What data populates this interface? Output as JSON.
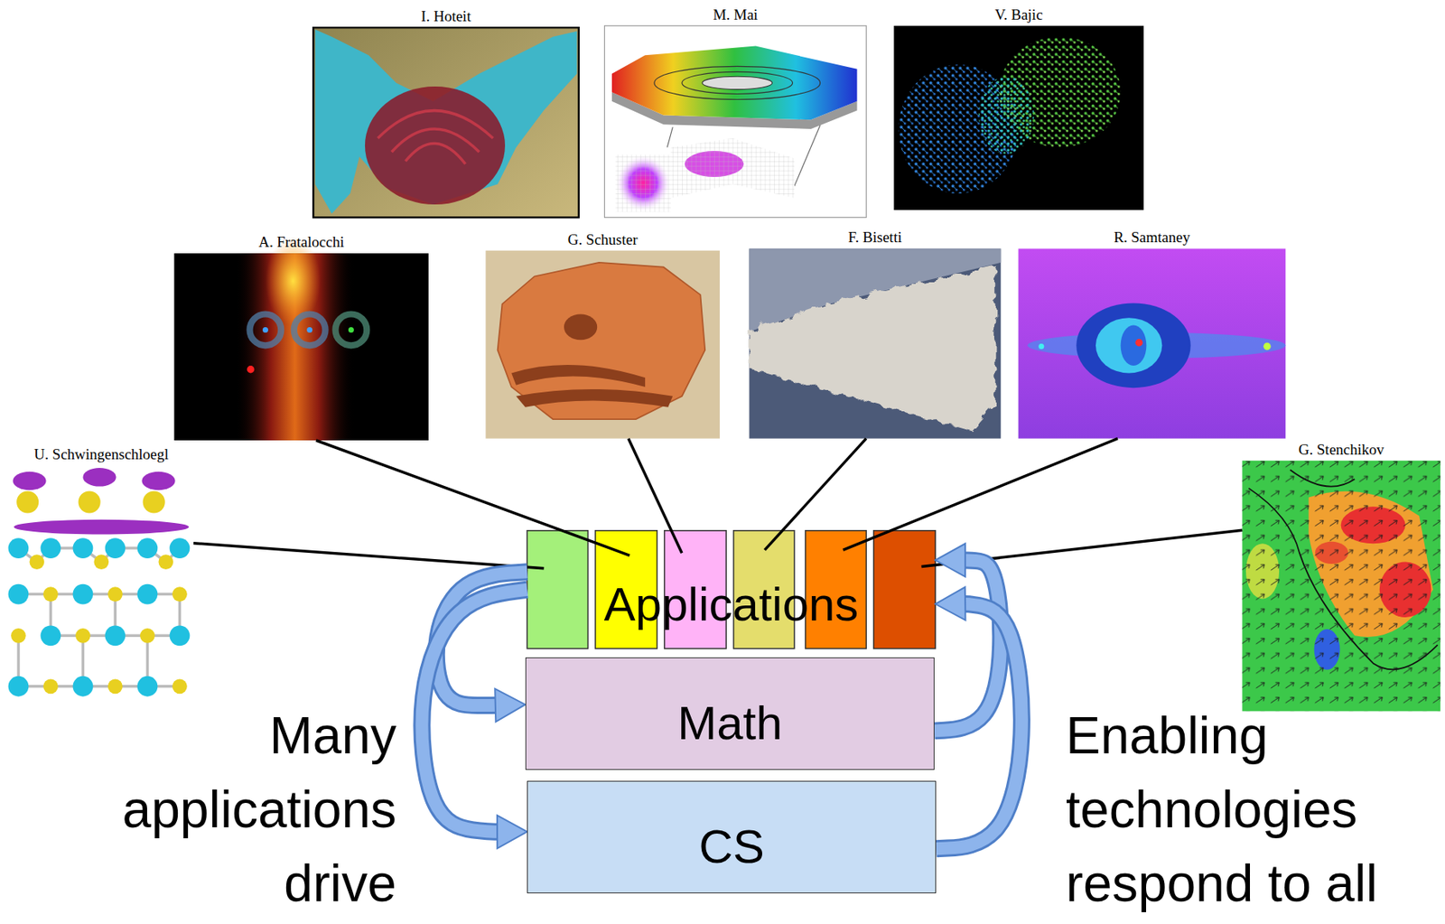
{
  "diagram": {
    "nodes": [
      {
        "text": [
          "I. Hoteit"
        ]
      },
      {
        "text": [
          "M. Mai"
        ]
      },
      {
        "text": [
          "V. Bajic"
        ]
      },
      {
        "text": [
          "A. Fratalocchi"
        ]
      },
      {
        "text": [
          "G. Schuster"
        ]
      },
      {
        "text": [
          "F. Bisetti"
        ]
      },
      {
        "text": [
          "R. Samtaney"
        ]
      },
      {
        "text": [
          "U. Schwingenschloegl"
        ]
      },
      {
        "text": [
          "G. Stenchikov"
        ]
      },
      {
        "text": [
          "Applications"
        ]
      },
      {
        "text": [
          "Math"
        ]
      },
      {
        "text": [
          "CS"
        ]
      }
    ],
    "edges": [
      {
        "from": 7,
        "to": 9,
        "arrow": "none"
      },
      {
        "from": 3,
        "to": 9,
        "arrow": "none"
      },
      {
        "from": 4,
        "to": 9,
        "arrow": "none"
      },
      {
        "from": 5,
        "to": 9,
        "arrow": "none"
      },
      {
        "from": 6,
        "to": 9,
        "arrow": "none"
      },
      {
        "from": 8,
        "to": 9,
        "arrow": "none"
      },
      {
        "from": 9,
        "to": 10,
        "arrow": "to"
      },
      {
        "from": 9,
        "to": 11,
        "arrow": "to"
      },
      {
        "from": 10,
        "to": 9,
        "arrow": "to"
      },
      {
        "from": 11,
        "to": 9,
        "arrow": "to"
      }
    ],
    "labels": [
      "Many applications drive",
      "Enabling technologies respond to all"
    ]
  }
}
